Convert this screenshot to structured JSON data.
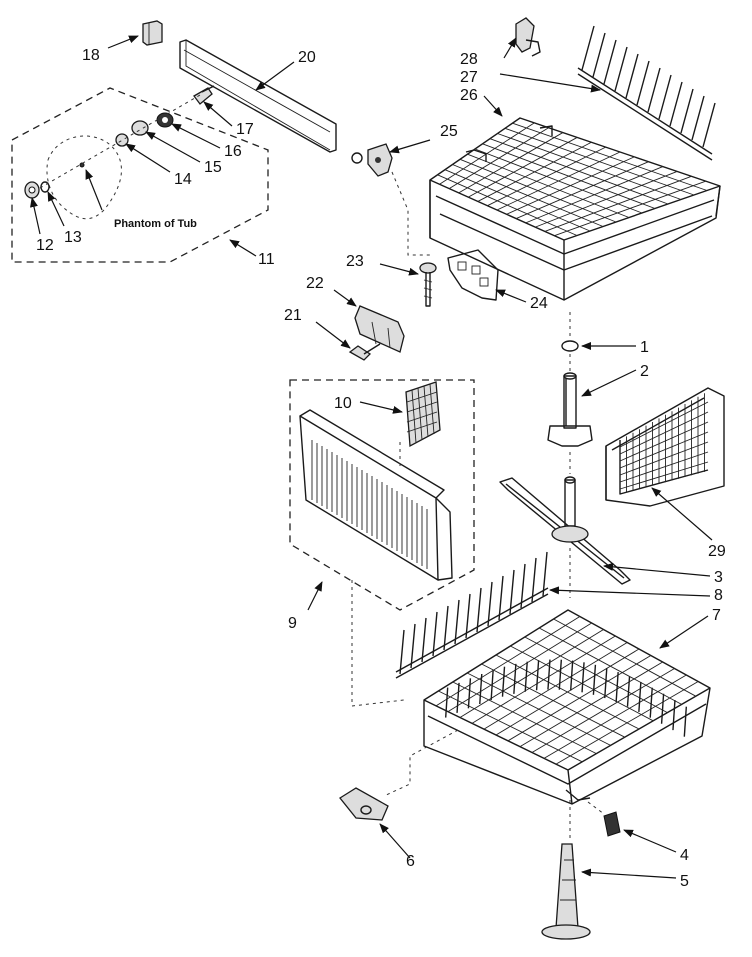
{
  "diagram": {
    "note_text": "Phantom of Tub",
    "callouts": {
      "c1": "1",
      "c2": "2",
      "c3": "3",
      "c4": "4",
      "c5": "5",
      "c6": "6",
      "c7": "7",
      "c8": "8",
      "c9": "9",
      "c10": "10",
      "c11": "11",
      "c12": "12",
      "c13": "13",
      "c14": "14",
      "c15": "15",
      "c16": "16",
      "c17": "17",
      "c18": "18",
      "c20": "20",
      "c21": "21",
      "c22": "22",
      "c23": "23",
      "c24": "24",
      "c25": "25",
      "c26": "26",
      "c27": "27",
      "c28": "28",
      "c29": "29"
    }
  }
}
